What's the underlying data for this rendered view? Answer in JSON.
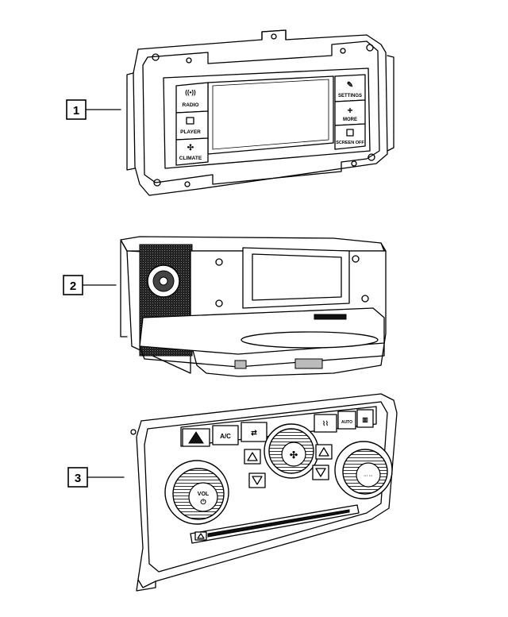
{
  "callouts": [
    {
      "number": "1"
    },
    {
      "number": "2"
    },
    {
      "number": "3"
    }
  ],
  "part1": {
    "left_buttons": [
      "RADIO",
      "PLAYER",
      "CLIMATE"
    ],
    "right_buttons": [
      "SETTINGS",
      "MORE",
      "SCREEN OFF"
    ]
  },
  "part3": {
    "buttons": [
      "A/C",
      "AUTO",
      "VOL"
    ]
  }
}
